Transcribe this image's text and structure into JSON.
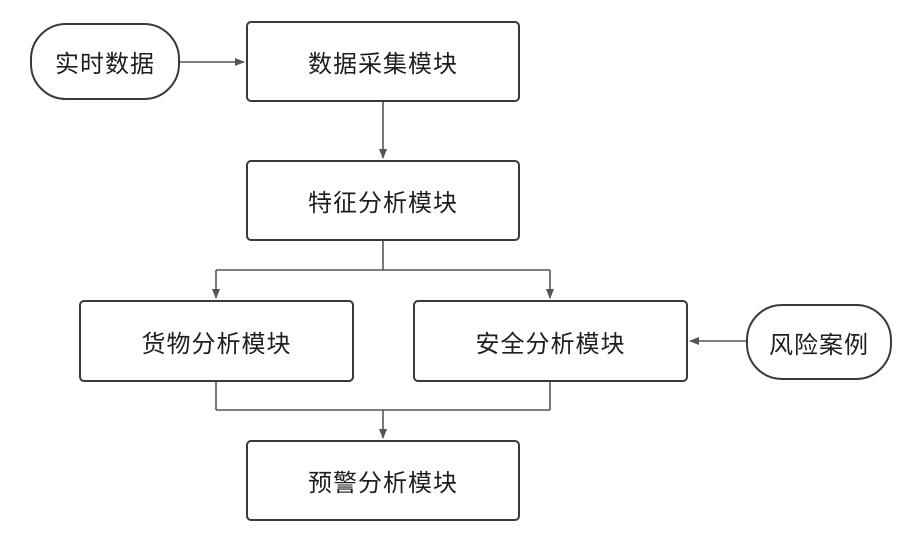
{
  "nodes": {
    "realtime_data": "实时数据",
    "data_collection": "数据采集模块",
    "feature_analysis": "特征分析模块",
    "cargo_analysis": "货物分析模块",
    "safety_analysis": "安全分析模块",
    "risk_cases": "风险案例",
    "warning_analysis": "预警分析模块"
  },
  "colors": {
    "line": "#555555",
    "border": "#3a3a3a",
    "text": "#1e1e1e"
  }
}
